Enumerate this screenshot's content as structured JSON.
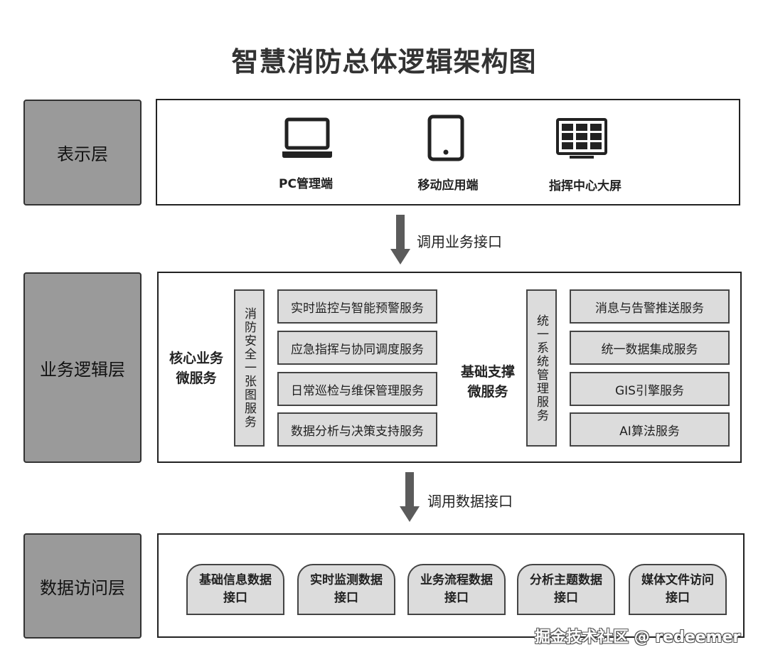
{
  "title": "智慧消防总体逻辑架构图",
  "layers": {
    "presentation": {
      "label": "表示层",
      "clients": [
        {
          "icon": "laptop-icon",
          "label": "PC管理端"
        },
        {
          "icon": "tablet-icon",
          "label": "移动应用端"
        },
        {
          "icon": "big-screen-icon",
          "label": "指挥中心大屏"
        }
      ]
    },
    "business": {
      "label": "业务逻辑层",
      "core_group": {
        "label": "核心业务\n微服务",
        "vertical_label": "消防安全一张图服务",
        "services": [
          "实时监控与智能预警服务",
          "应急指挥与协同调度服务",
          "日常巡检与维保管理服务",
          "数据分析与决策支持服务"
        ]
      },
      "base_group": {
        "label": "基础支撑\n微服务",
        "vertical_label": "统一系统管理服务",
        "services": [
          "消息与告警推送服务",
          "统一数据集成服务",
          "GIS引擎服务",
          "AI算法服务"
        ]
      }
    },
    "data": {
      "label": "数据访问层",
      "interfaces": [
        "基础信息数据\n接口",
        "实时监测数据\n接口",
        "业务流程数据\n接口",
        "分析主题数据\n接口",
        "媒体文件访问\n接口"
      ]
    }
  },
  "arrows": {
    "upper": "调用业务接口",
    "lower": "调用数据接口"
  },
  "watermark": "掘金技术社区 @ redeemer"
}
